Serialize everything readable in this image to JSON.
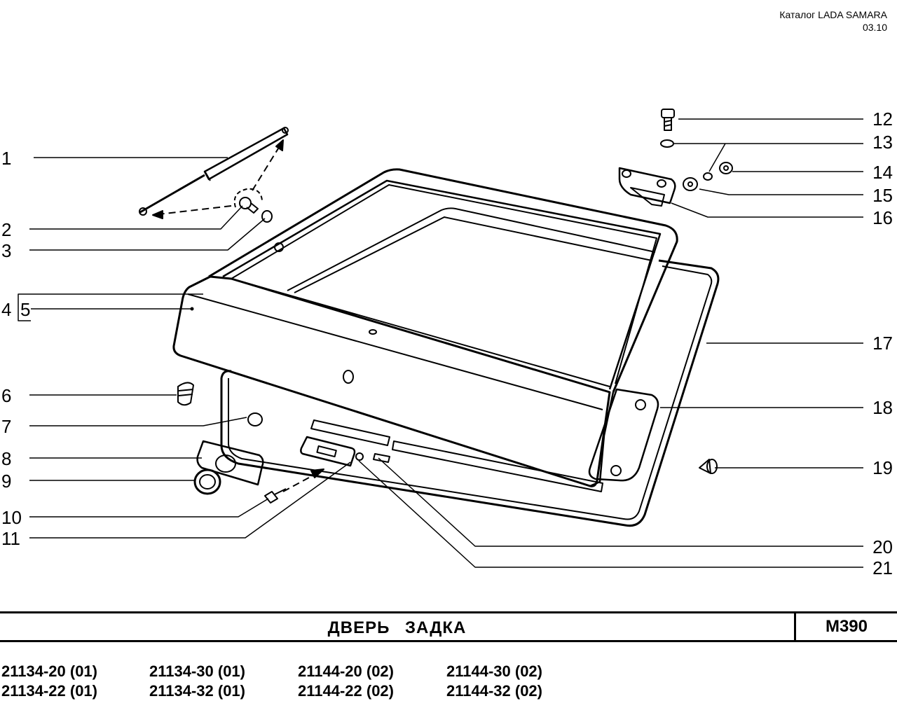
{
  "header": {
    "catalog": "Каталог  LADA SAMARA",
    "revision": "03.10"
  },
  "callouts": {
    "left": [
      "1",
      "2",
      "3",
      "4",
      "5",
      "6",
      "7",
      "8",
      "9",
      "10",
      "11"
    ],
    "right": [
      "12",
      "13",
      "14",
      "15",
      "16",
      "17",
      "18",
      "19",
      "20",
      "21"
    ]
  },
  "title": "ДВЕРЬ ЗАДКА",
  "code": "M390",
  "models": [
    [
      "21134-20 (01)",
      "21134-22 (01)"
    ],
    [
      "21134-30 (01)",
      "21134-32 (01)"
    ],
    [
      "21144-20 (02)",
      "21144-22 (02)"
    ],
    [
      "21144-30 (02)",
      "21144-32 (02)"
    ]
  ],
  "colors": {
    "ink": "#000000",
    "paper": "#ffffff"
  }
}
